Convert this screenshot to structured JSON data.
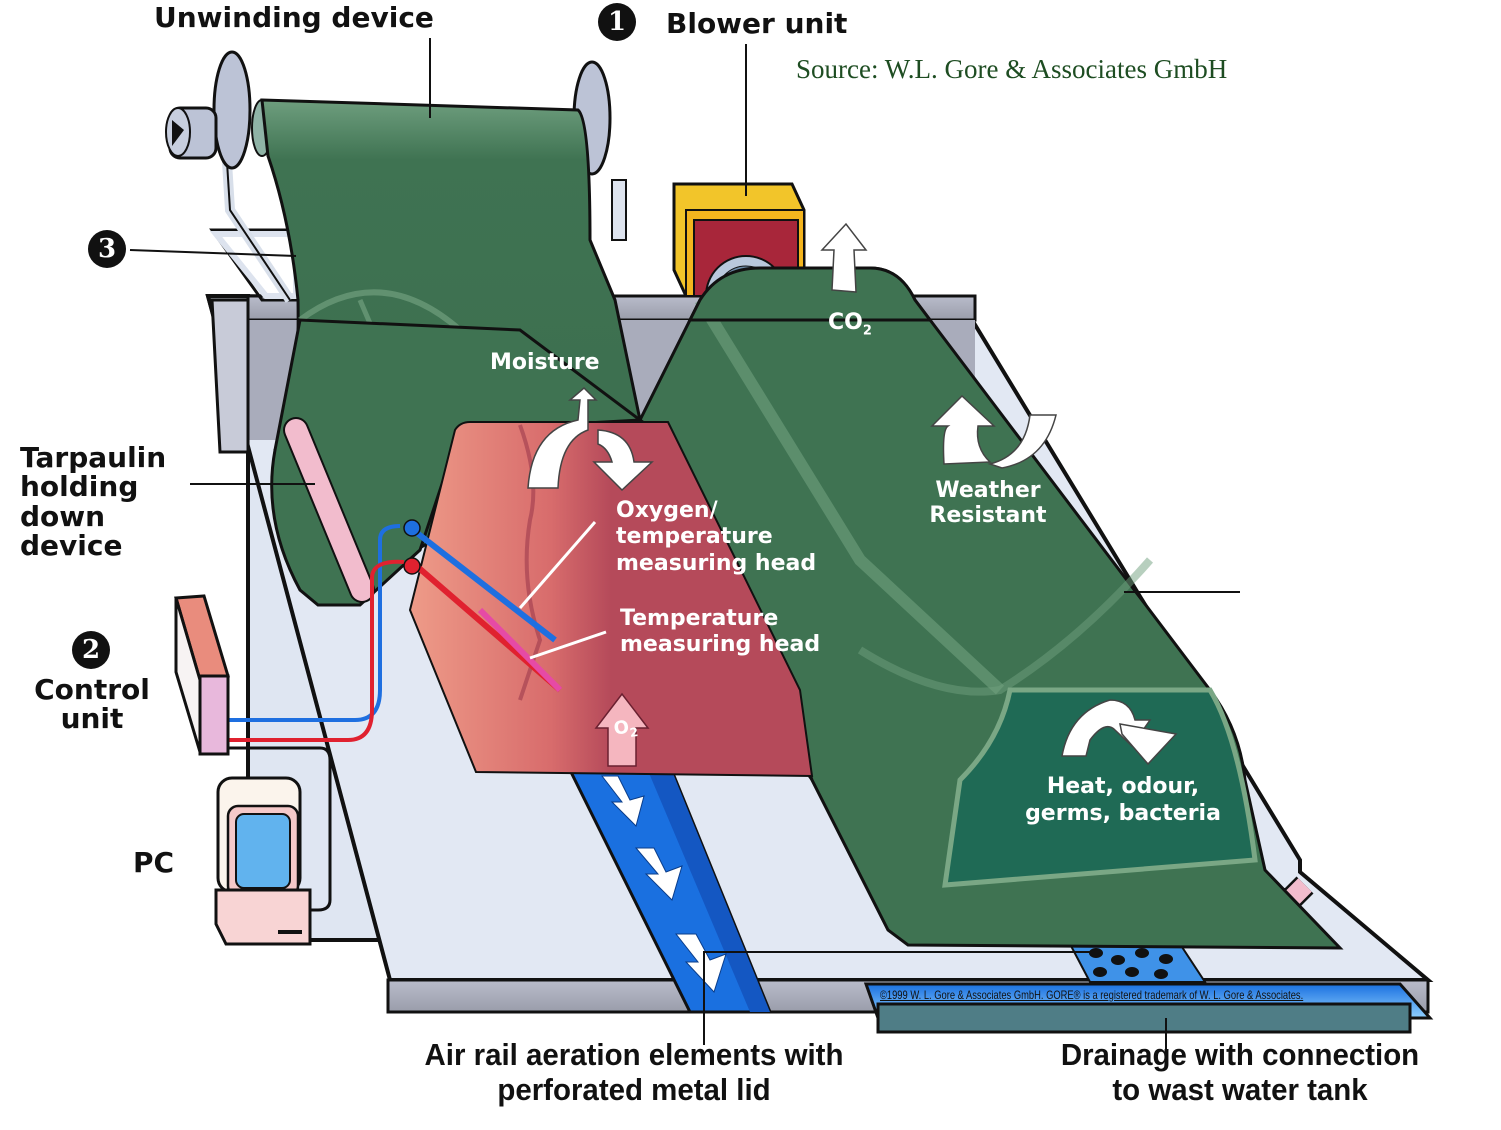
{
  "source": "Source: W.L. Gore & Associates GmbH",
  "labels": {
    "unwinding_device": "Unwinding device",
    "blower_unit": "Blower unit",
    "tarpaulin_holding_down_device": [
      "Tarpaulin",
      "holding",
      "down",
      "device"
    ],
    "control_unit": [
      "Control",
      "unit"
    ],
    "pc": "PC",
    "air_rail": [
      "Air rail aeration elements with",
      "perforated metal lid"
    ],
    "drainage": [
      "Drainage with connection",
      "to wast water tank"
    ]
  },
  "badges": {
    "blower": "1",
    "control": "2",
    "tarpaulin": "3"
  },
  "process_labels": {
    "moisture": "Moisture",
    "co2": "CO",
    "co2_sub": "2",
    "o2": "O",
    "o2_sub": "2",
    "weather_resistant": [
      "Weather",
      "Resistant"
    ],
    "oxygen_temp_head": [
      "Oxygen/",
      "temperature",
      "measuring head"
    ],
    "temp_head": [
      "Temperature",
      "measuring head"
    ],
    "heat_odour": [
      "Heat, odour,",
      "germs, bacteria"
    ]
  },
  "copyright": "©1999 W. L. Gore & Associates GmbH.  GORE® is a registered trademark of W. L. Gore & Associates.",
  "colors": {
    "tarp_green": "#3f7352",
    "tarp_dark": "#1f6a55",
    "compost_red": "#b54a5a",
    "compost_salmon": "#e48b7d",
    "air_rail_blue": "#1a6fe0",
    "base_light": "#e4e9f4",
    "wall_grey": "#a3a6b4",
    "pink_tube": "#f2bccd",
    "blower_yellow": "#f2c52a",
    "source_green": "#1e4d22"
  }
}
